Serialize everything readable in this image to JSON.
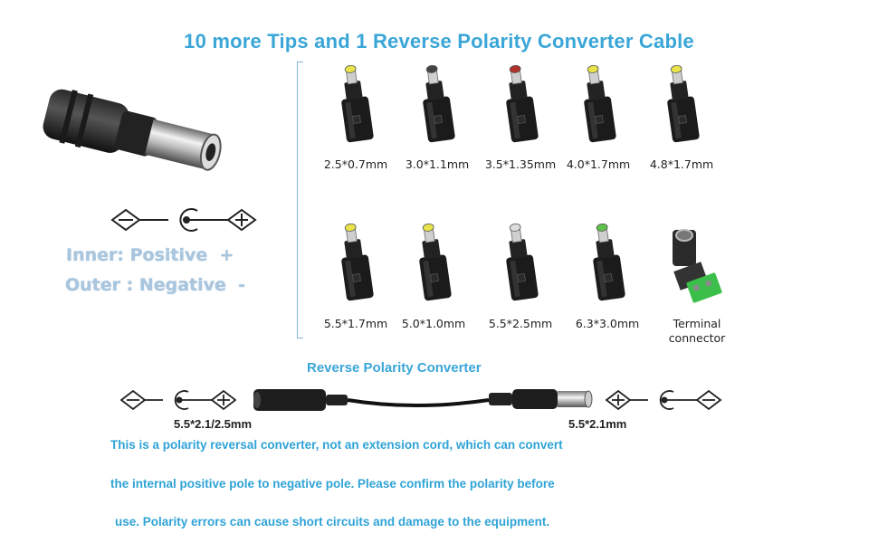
{
  "title": "10 more Tips and 1 Reverse Polarity Converter Cable",
  "polarity": {
    "inner": "Inner: Positive  +",
    "outer": "Outer : Negative  -"
  },
  "tips_row1": [
    {
      "label": "2.5*0.7mm",
      "tip_color": "#e8e34a"
    },
    {
      "label": "3.0*1.1mm",
      "tip_color": "#444444"
    },
    {
      "label": "3.5*1.35mm",
      "tip_color": "#b0302a"
    },
    {
      "label": "4.0*1.7mm",
      "tip_color": "#e8e34a"
    },
    {
      "label": "4.8*1.7mm",
      "tip_color": "#e8e34a"
    }
  ],
  "tips_row2": [
    {
      "label": "5.5*1.7mm",
      "tip_color": "#e8e34a"
    },
    {
      "label": "5.0*1.0mm",
      "tip_color": "#e8e34a"
    },
    {
      "label": "5.5*2.5mm",
      "tip_color": "#dddddd"
    },
    {
      "label": "6.3*3.0mm",
      "tip_color": "#5cc04a"
    }
  ],
  "terminal": {
    "line1": "Terminal",
    "line2": "connector"
  },
  "converter": {
    "title": "Reverse Polarity Converter",
    "left_size": "5.5*2.1/2.5mm",
    "right_size": "5.5*2.1mm"
  },
  "description": {
    "line1": "This is a polarity reversal converter, not an extension cord, which can convert",
    "line2": "the internal positive pole to negative pole. Please confirm the polarity before",
    "line3": "use. Polarity errors can cause short circuits and damage to the equipment."
  },
  "colors": {
    "accent": "#3aa6d8",
    "legend": "#a9c6de"
  }
}
